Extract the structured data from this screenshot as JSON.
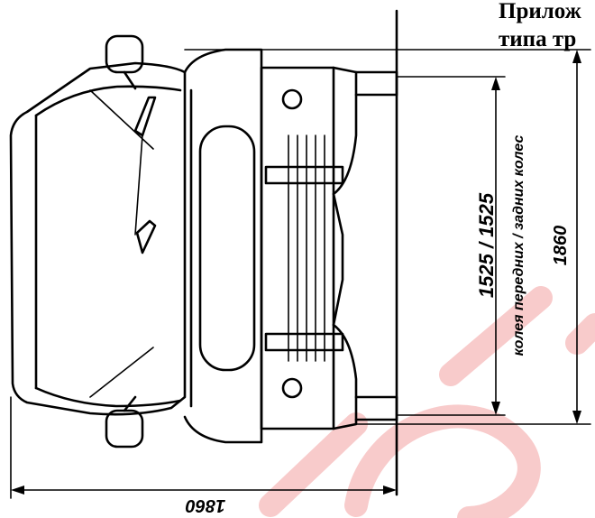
{
  "header": {
    "line1": "Прилож",
    "line2": "типа тр"
  },
  "dimensions": {
    "track_value": "1525 / 1525",
    "track_caption": "колея передних / задних колес",
    "height_value": "1860",
    "width_value": "1860"
  },
  "colors": {
    "ink": "#000000",
    "watermark": "#f2a0a0",
    "background": "#ffffff"
  }
}
